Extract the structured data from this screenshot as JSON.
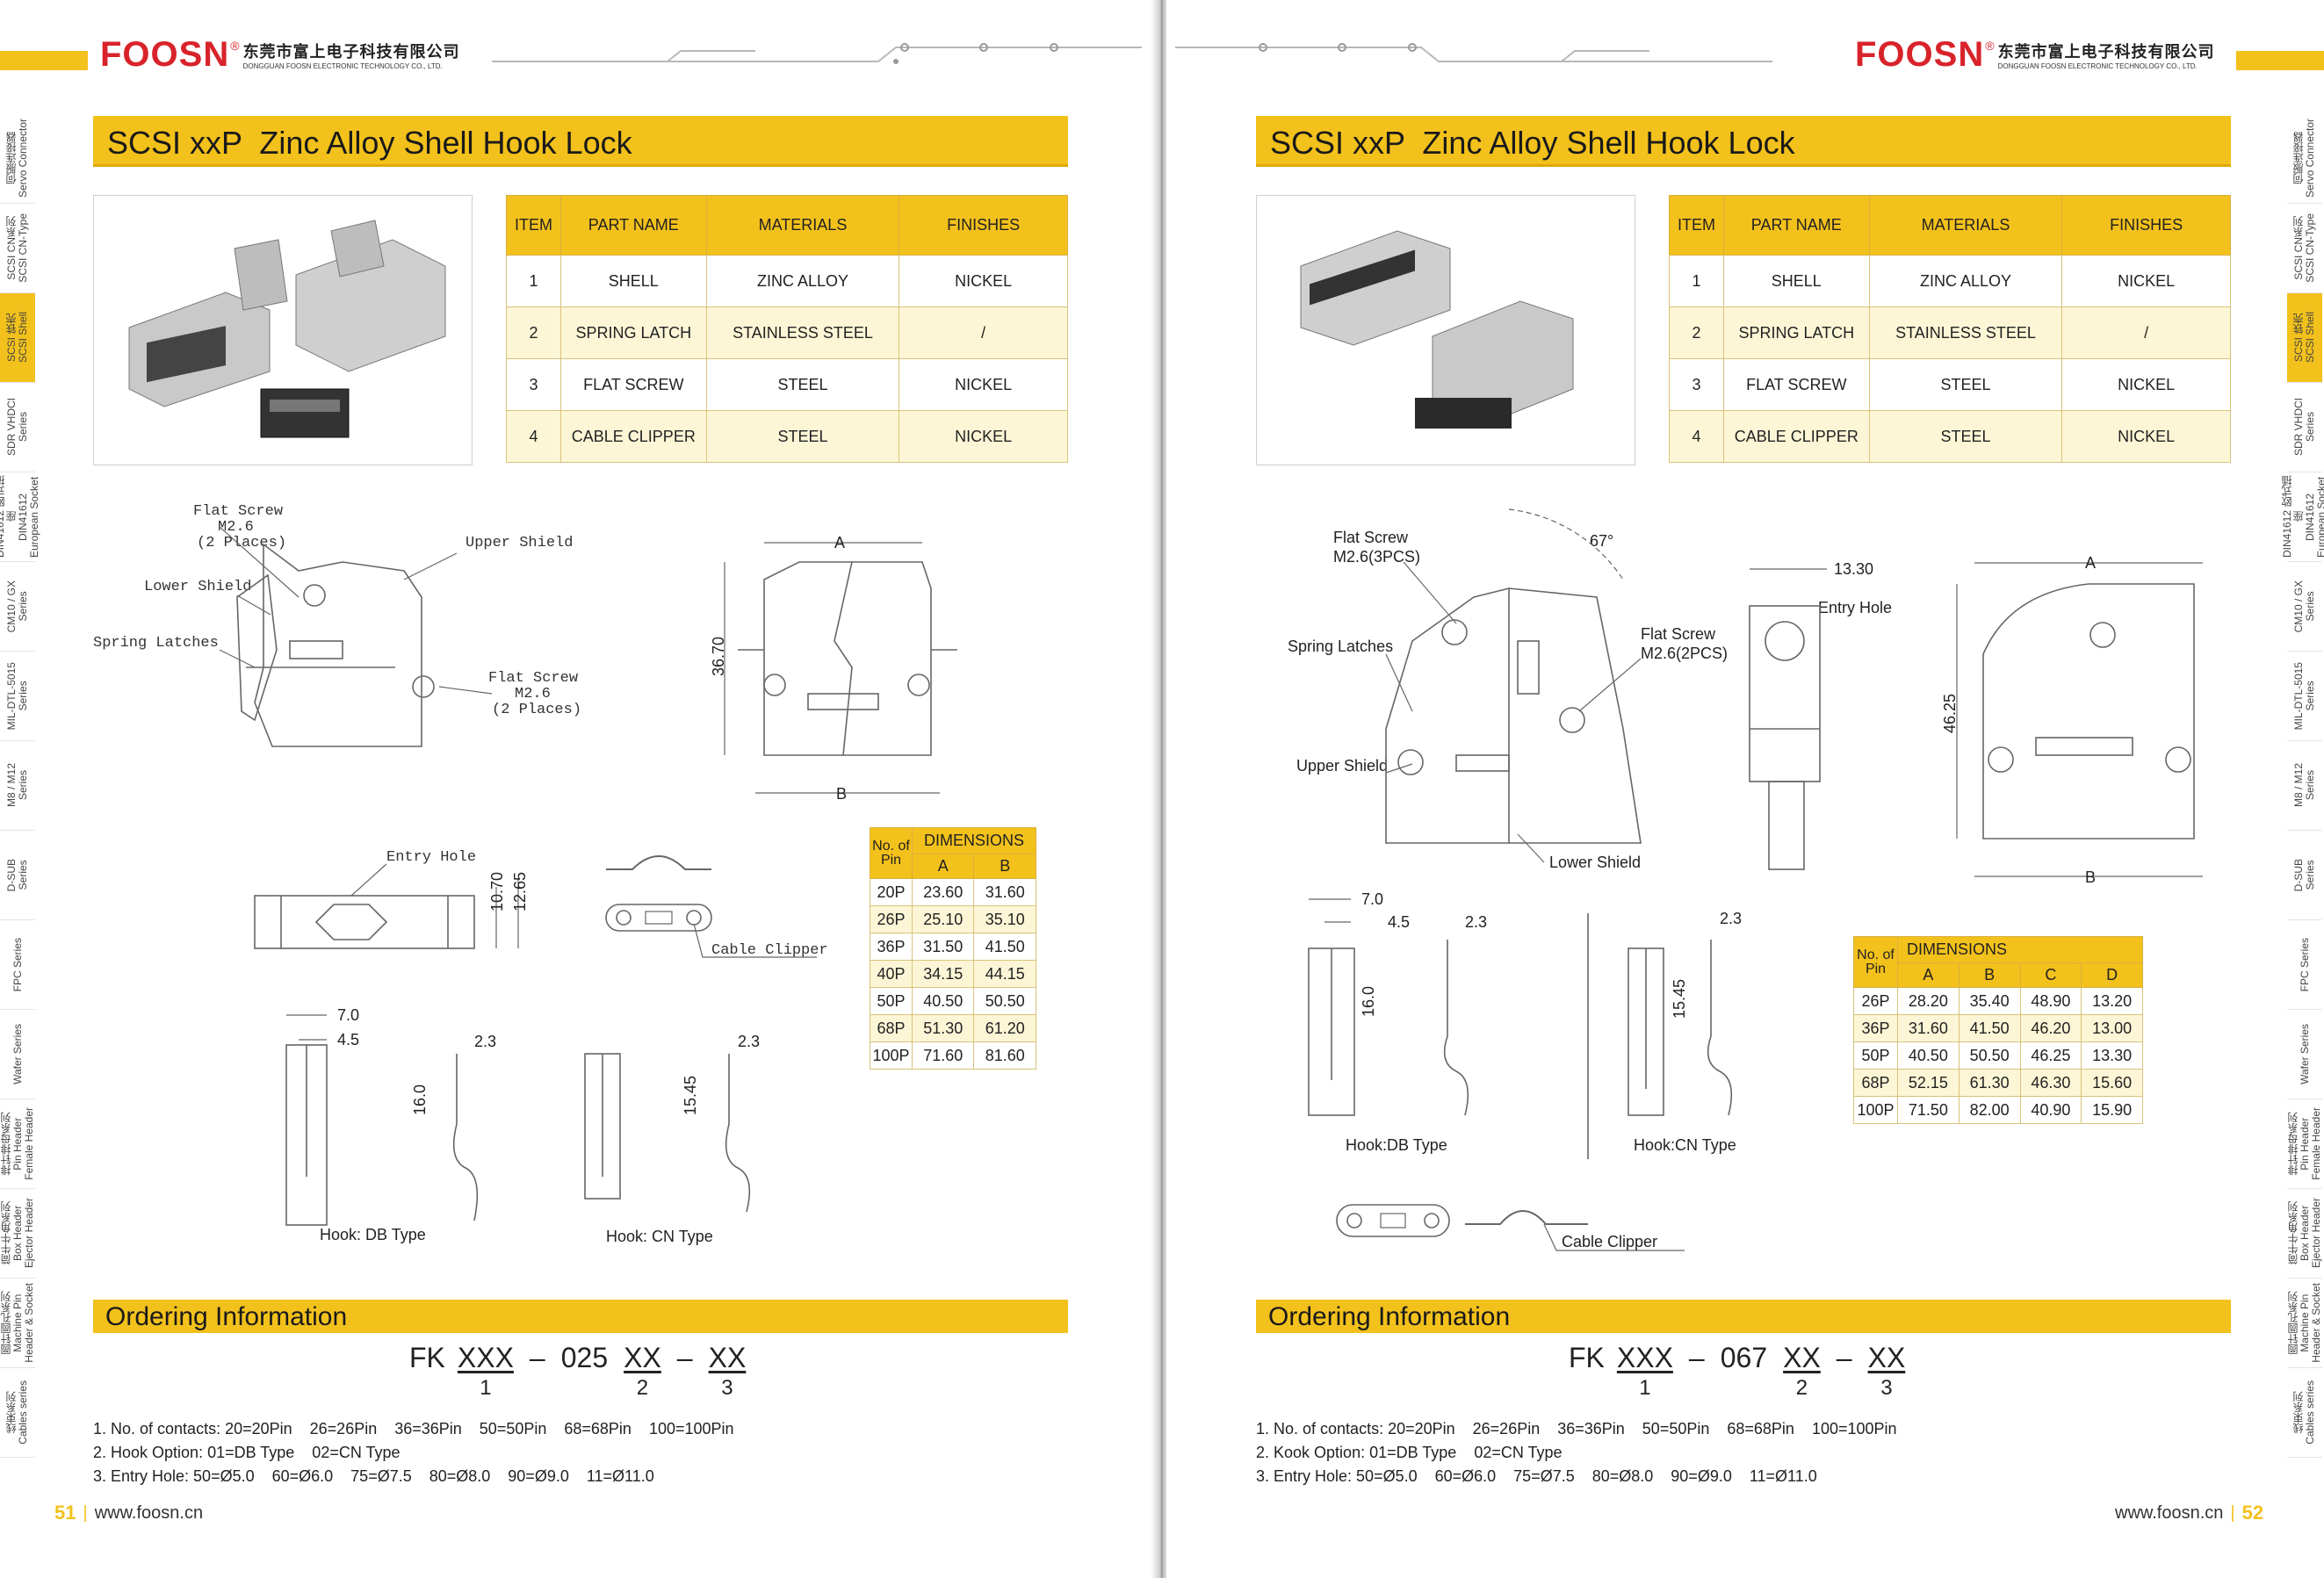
{
  "brand": {
    "logo": "FOOSN",
    "reg": "®",
    "company_cn": "东莞市富上电子科技有限公司",
    "company_en": "DONGGUAN FOOSN ELECTRONIC TECHNOLOGY CO., LTD."
  },
  "colors": {
    "accent": "#f3c11b",
    "brand_red": "#d8232a"
  },
  "tabs": [
    {
      "label": "伺服连接器\nServo Connector",
      "active": false
    },
    {
      "label": "SCSI CN系列\nSCSI CN-Type",
      "active": false
    },
    {
      "label": "SCSI 铁壳\nSCSI Shell",
      "active": true
    },
    {
      "label": "SDR VHDCI\nSeries",
      "active": false
    },
    {
      "label": "DIN41612 欧式插座\nDIN41612\nEuropean Socket",
      "active": false
    },
    {
      "label": "CM10 / GX\nSeries",
      "active": false
    },
    {
      "label": "MIL-DTL-5015\nSeries",
      "active": false
    },
    {
      "label": "M8 / M12\nSeries",
      "active": false
    },
    {
      "label": "D-SUB\nSeries",
      "active": false
    },
    {
      "label": "FPC Series",
      "active": false
    },
    {
      "label": "Wafer Series",
      "active": false
    },
    {
      "label": "排针排母系列\nPin Header\nFemale Header",
      "active": false
    },
    {
      "label": "简牛牛角系列\nBox Header\nEjector Header",
      "active": false
    },
    {
      "label": "圆针圆孔系列\nMachine Pin\nHeader & Socket",
      "active": false
    },
    {
      "label": "线束系列\nCables series",
      "active": false
    }
  ],
  "left": {
    "title": "SCSI xxP  Zinc Alloy Shell Hook Lock",
    "materials": {
      "headers": [
        "ITEM",
        "PART NAME",
        "MATERIALS",
        "FINISHES"
      ],
      "rows": [
        [
          "1",
          "SHELL",
          "ZINC ALLOY",
          "NICKEL"
        ],
        [
          "2",
          "SPRING LATCH",
          "STAINLESS STEEL",
          "/"
        ],
        [
          "3",
          "FLAT SCREW",
          "STEEL",
          "NICKEL"
        ],
        [
          "4",
          "CABLE CLIPPER",
          "STEEL",
          "NICKEL"
        ]
      ]
    },
    "drawing": {
      "flat_screw_1": "Flat Screw",
      "m26_1": "M2.6",
      "places_1": "(2 Places)",
      "upper_shield": "Upper Shield",
      "lower_shield": "Lower Shield",
      "spring_latches": "Spring Latches",
      "flat_screw_2": "Flat Screw",
      "m26_2": "M2.6",
      "places_2": "(2 Places)",
      "dim_A": "A",
      "dim_B": "B",
      "dim_3670": "36.70",
      "entry_hole": "Entry Hole",
      "dim_1070": "10.70",
      "dim_1265": "12.65",
      "cable_clipper": "Cable Clipper",
      "dim_70": "7.0",
      "dim_45": "4.5",
      "dim_23a": "2.3",
      "dim_160": "16.0",
      "dim_23b": "2.3",
      "dim_1545": "15.45",
      "hook_db": "Hook: DB Type",
      "hook_cn": "Hook: CN Type"
    },
    "dimensions": {
      "h_pin": "No. of Pin",
      "h_dim": "DIMENSIONS",
      "cols": [
        "A",
        "B"
      ],
      "rows": [
        [
          "20P",
          "23.60",
          "31.60"
        ],
        [
          "26P",
          "25.10",
          "35.10"
        ],
        [
          "36P",
          "31.50",
          "41.50"
        ],
        [
          "40P",
          "34.15",
          "44.15"
        ],
        [
          "50P",
          "40.50",
          "50.50"
        ],
        [
          "68P",
          "51.30",
          "61.20"
        ],
        [
          "100P",
          "71.60",
          "81.60"
        ]
      ]
    },
    "ordering": {
      "title": "Ordering Information",
      "prefix": "FK",
      "p1": "XXX",
      "mid": "025",
      "p2": "XX",
      "p3": "XX",
      "n1": "1",
      "n2": "2",
      "n3": "3",
      "dash": "–"
    },
    "notes": [
      "1. No. of contacts: 20=20Pin    26=26Pin    36=36Pin    50=50Pin    68=68Pin    100=100Pin",
      "2. Hook Option: 01=DB Type    02=CN Type",
      "3. Entry Hole: 50=Ø5.0    60=Ø6.0    75=Ø7.5    80=Ø8.0    90=Ø9.0    11=Ø11.0"
    ],
    "page_no": "51",
    "url": "www.foosn.cn",
    "sep": "|"
  },
  "right": {
    "title": "SCSI xxP  Zinc Alloy Shell Hook Lock",
    "materials": {
      "headers": [
        "ITEM",
        "PART NAME",
        "MATERIALS",
        "FINISHES"
      ],
      "rows": [
        [
          "1",
          "SHELL",
          "ZINC ALLOY",
          "NICKEL"
        ],
        [
          "2",
          "SPRING LATCH",
          "STAINLESS STEEL",
          "/"
        ],
        [
          "3",
          "FLAT SCREW",
          "STEEL",
          "NICKEL"
        ],
        [
          "4",
          "CABLE CLIPPER",
          "STEEL",
          "NICKEL"
        ]
      ]
    },
    "drawing": {
      "flat_screw_1": "Flat Screw",
      "m26_3pcs": "M2.6(3PCS)",
      "angle": "67°",
      "spring_latches": "Spring Latches",
      "flat_screw_2": "Flat Screw",
      "m26_2pcs": "M2.6(2PCS)",
      "upper_shield": "Upper Shield",
      "lower_shield": "Lower Shield",
      "dim_1330": "13.30",
      "entry_hole": "Entry Hole",
      "dim_A": "A",
      "dim_B": "B",
      "dim_4625": "46.25",
      "dim_70": "7.0",
      "dim_45": "4.5",
      "dim_23a": "2.3",
      "dim_160": "16.0",
      "dim_23b": "2.3",
      "dim_1545": "15.45",
      "hook_db": "Hook:DB Type",
      "hook_cn": "Hook:CN Type",
      "cable_clipper": "Cable Clipper"
    },
    "dimensions": {
      "h_pin": "No. of Pin",
      "h_dim": "DIMENSIONS",
      "cols": [
        "A",
        "B",
        "C",
        "D"
      ],
      "rows": [
        [
          "26P",
          "28.20",
          "35.40",
          "48.90",
          "13.20"
        ],
        [
          "36P",
          "31.60",
          "41.50",
          "46.20",
          "13.00"
        ],
        [
          "50P",
          "40.50",
          "50.50",
          "46.25",
          "13.30"
        ],
        [
          "68P",
          "52.15",
          "61.30",
          "46.30",
          "15.60"
        ],
        [
          "100P",
          "71.50",
          "82.00",
          "40.90",
          "15.90"
        ]
      ]
    },
    "ordering": {
      "title": "Ordering Information",
      "prefix": "FK",
      "p1": "XXX",
      "mid": "067",
      "p2": "XX",
      "p3": "XX",
      "n1": "1",
      "n2": "2",
      "n3": "3",
      "dash": "–"
    },
    "notes": [
      "1. No. of contacts: 20=20Pin    26=26Pin    36=36Pin    50=50Pin    68=68Pin    100=100Pin",
      "2. Kook Option: 01=DB Type    02=CN Type",
      "3. Entry Hole: 50=Ø5.0    60=Ø6.0    75=Ø7.5    80=Ø8.0    90=Ø9.0    11=Ø11.0"
    ],
    "page_no": "52",
    "url": "www.foosn.cn",
    "sep": "|"
  }
}
